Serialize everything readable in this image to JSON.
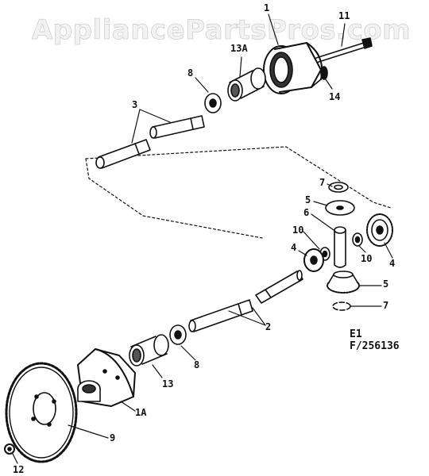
{
  "watermark": "AppliancePartsPros.com",
  "diagram_code": [
    "E1",
    "F/256136"
  ],
  "callouts": {
    "c1": "1",
    "c1a": "1A",
    "c2": "2",
    "c3": "3",
    "c4a": "4",
    "c4b": "4",
    "c5a": "5",
    "c5b": "5",
    "c6": "6",
    "c7a": "7",
    "c7b": "7",
    "c8a": "8",
    "c8b": "8",
    "c9": "9",
    "c10a": "10",
    "c10b": "10",
    "c11": "11",
    "c12": "12",
    "c13": "13",
    "c13a": "13A",
    "c14": "14"
  }
}
